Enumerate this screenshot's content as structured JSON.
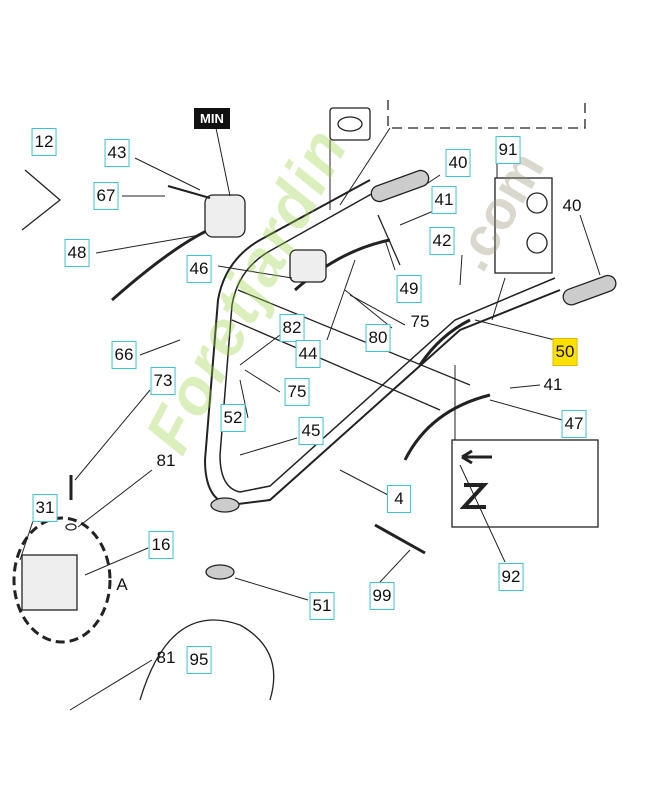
{
  "diagram": {
    "decal_text": "MIN",
    "watermark": {
      "main": "Foretjardin",
      "suffix": ".com"
    },
    "labels": [
      {
        "id": "l12",
        "text": "12",
        "boxed": true
      },
      {
        "id": "l43",
        "text": "43",
        "boxed": true
      },
      {
        "id": "l67",
        "text": "67",
        "boxed": true
      },
      {
        "id": "l48",
        "text": "48",
        "boxed": true
      },
      {
        "id": "l46",
        "text": "46",
        "boxed": true
      },
      {
        "id": "l82",
        "text": "82",
        "boxed": true
      },
      {
        "id": "l44",
        "text": "44",
        "boxed": true
      },
      {
        "id": "l80",
        "text": "80",
        "boxed": true
      },
      {
        "id": "l75a",
        "text": "75",
        "boxed": false
      },
      {
        "id": "l49",
        "text": "49",
        "boxed": true
      },
      {
        "id": "l41a",
        "text": "41",
        "boxed": true
      },
      {
        "id": "l42",
        "text": "42",
        "boxed": true
      },
      {
        "id": "l40a",
        "text": "40",
        "boxed": true
      },
      {
        "id": "l91",
        "text": "91",
        "boxed": true
      },
      {
        "id": "l40b",
        "text": "40",
        "boxed": false
      },
      {
        "id": "l50",
        "text": "50",
        "boxed": true,
        "highlight": "#ffe000"
      },
      {
        "id": "l41b",
        "text": "41",
        "boxed": false
      },
      {
        "id": "l47",
        "text": "47",
        "boxed": true
      },
      {
        "id": "l66",
        "text": "66",
        "boxed": true
      },
      {
        "id": "l73",
        "text": "73",
        "boxed": true
      },
      {
        "id": "l75b",
        "text": "75",
        "boxed": true
      },
      {
        "id": "l52",
        "text": "52",
        "boxed": true
      },
      {
        "id": "l45",
        "text": "45",
        "boxed": true
      },
      {
        "id": "l81a",
        "text": "81",
        "boxed": false
      },
      {
        "id": "l31",
        "text": "31",
        "boxed": true
      },
      {
        "id": "l16",
        "text": "16",
        "boxed": true
      },
      {
        "id": "lA",
        "text": "A",
        "boxed": false
      },
      {
        "id": "l81b",
        "text": "81",
        "boxed": false
      },
      {
        "id": "l51",
        "text": "51",
        "boxed": true
      },
      {
        "id": "l95",
        "text": "95",
        "boxed": true
      },
      {
        "id": "l99",
        "text": "99",
        "boxed": true
      },
      {
        "id": "l4",
        "text": "4",
        "boxed": true
      },
      {
        "id": "l92",
        "text": "92",
        "boxed": true
      }
    ]
  }
}
